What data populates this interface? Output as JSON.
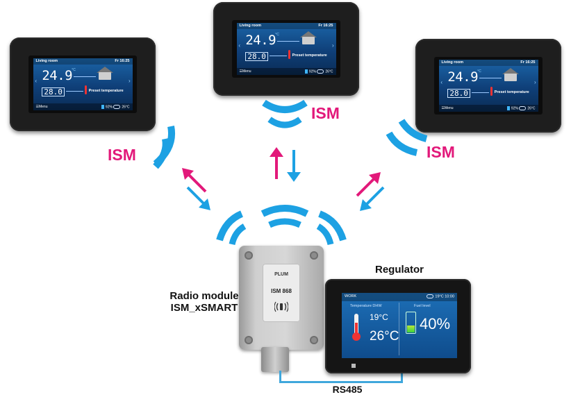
{
  "colors": {
    "ism": "#e2197a",
    "wave": "#1da1e3",
    "arrow_up": "#e2197a",
    "arrow_down": "#1da1e3",
    "cable": "#3fa7dc"
  },
  "thermostat": {
    "room": "Living room",
    "time": "Fr 16:25",
    "temperature": "24.9",
    "unit": "°C",
    "preset_value": "28.0",
    "preset_label": "Preset temperature",
    "menu": "☰Menu",
    "humidity": "92%",
    "outdoor": "26°C"
  },
  "labels": {
    "ism_top": "ISM",
    "ism_left": "ISM",
    "ism_right": "ISM",
    "radio_module_line1": "Radio module",
    "radio_module_line2": "ISM_xSMART",
    "regulator": "Regulator",
    "rs485": "RS485"
  },
  "module": {
    "brand": "PLUM",
    "model": "ISM 868"
  },
  "regulator_screen": {
    "mode": "WORK",
    "weather": "19°C",
    "time": "10:00",
    "dhw_label": "Temperature DHW",
    "dhw_set": "19°C",
    "dhw_actual": "26°C",
    "fuel_label": "Fuel level",
    "fuel_value": "40%",
    "fuel_level": 0.4
  }
}
